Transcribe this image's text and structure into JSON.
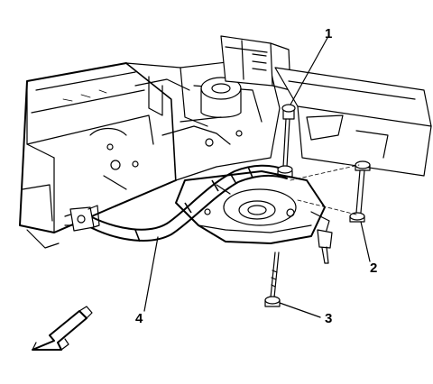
{
  "diagram": {
    "callouts": [
      {
        "id": "1",
        "label": "1"
      },
      {
        "id": "2",
        "label": "2"
      },
      {
        "id": "3",
        "label": "3"
      },
      {
        "id": "4",
        "label": "4"
      }
    ],
    "direction_arrow_icon": "front-direction-arrow-icon"
  }
}
